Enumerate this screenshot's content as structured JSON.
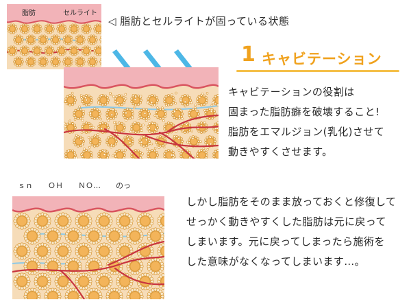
{
  "colors": {
    "skin_top": "#f2b3b8",
    "wave": "#d9545f",
    "cell_fill": "#f6dcb8",
    "fat_ring": "#d99a3a",
    "fat_center": "#f3b45a",
    "vessel_red": "#c8343e",
    "vessel_blue": "#8ec9e6",
    "arrow_blue": "#4db7e6",
    "accent_orange": "#f0a21e"
  },
  "small_diagram": {
    "label_fat": "脂肪",
    "label_cellulite": "セルライト"
  },
  "caption": "◁ 脂肪とセルライトが固っている状態",
  "step": {
    "number": "1",
    "title": "キャビテーション"
  },
  "paragraph1": [
    "キャビテーションの役割は",
    "固まった脂肪癖を破壊すること!",
    "脂肪をエマルジョン(乳化)させて",
    "動きやすくさせます。"
  ],
  "bottom_diagram": {
    "sound_text": "ｓｎ　　ＯＨ　　ＮＯ…　　のっ"
  },
  "paragraph2": [
    "しかし脂肪をそのまま放っておくと修復して",
    "せっかく動きやすくした脂肪は元に戻って",
    "しまいます。元に戻ってしまったら施術を",
    "した意味がなくなってしまいます…。"
  ]
}
